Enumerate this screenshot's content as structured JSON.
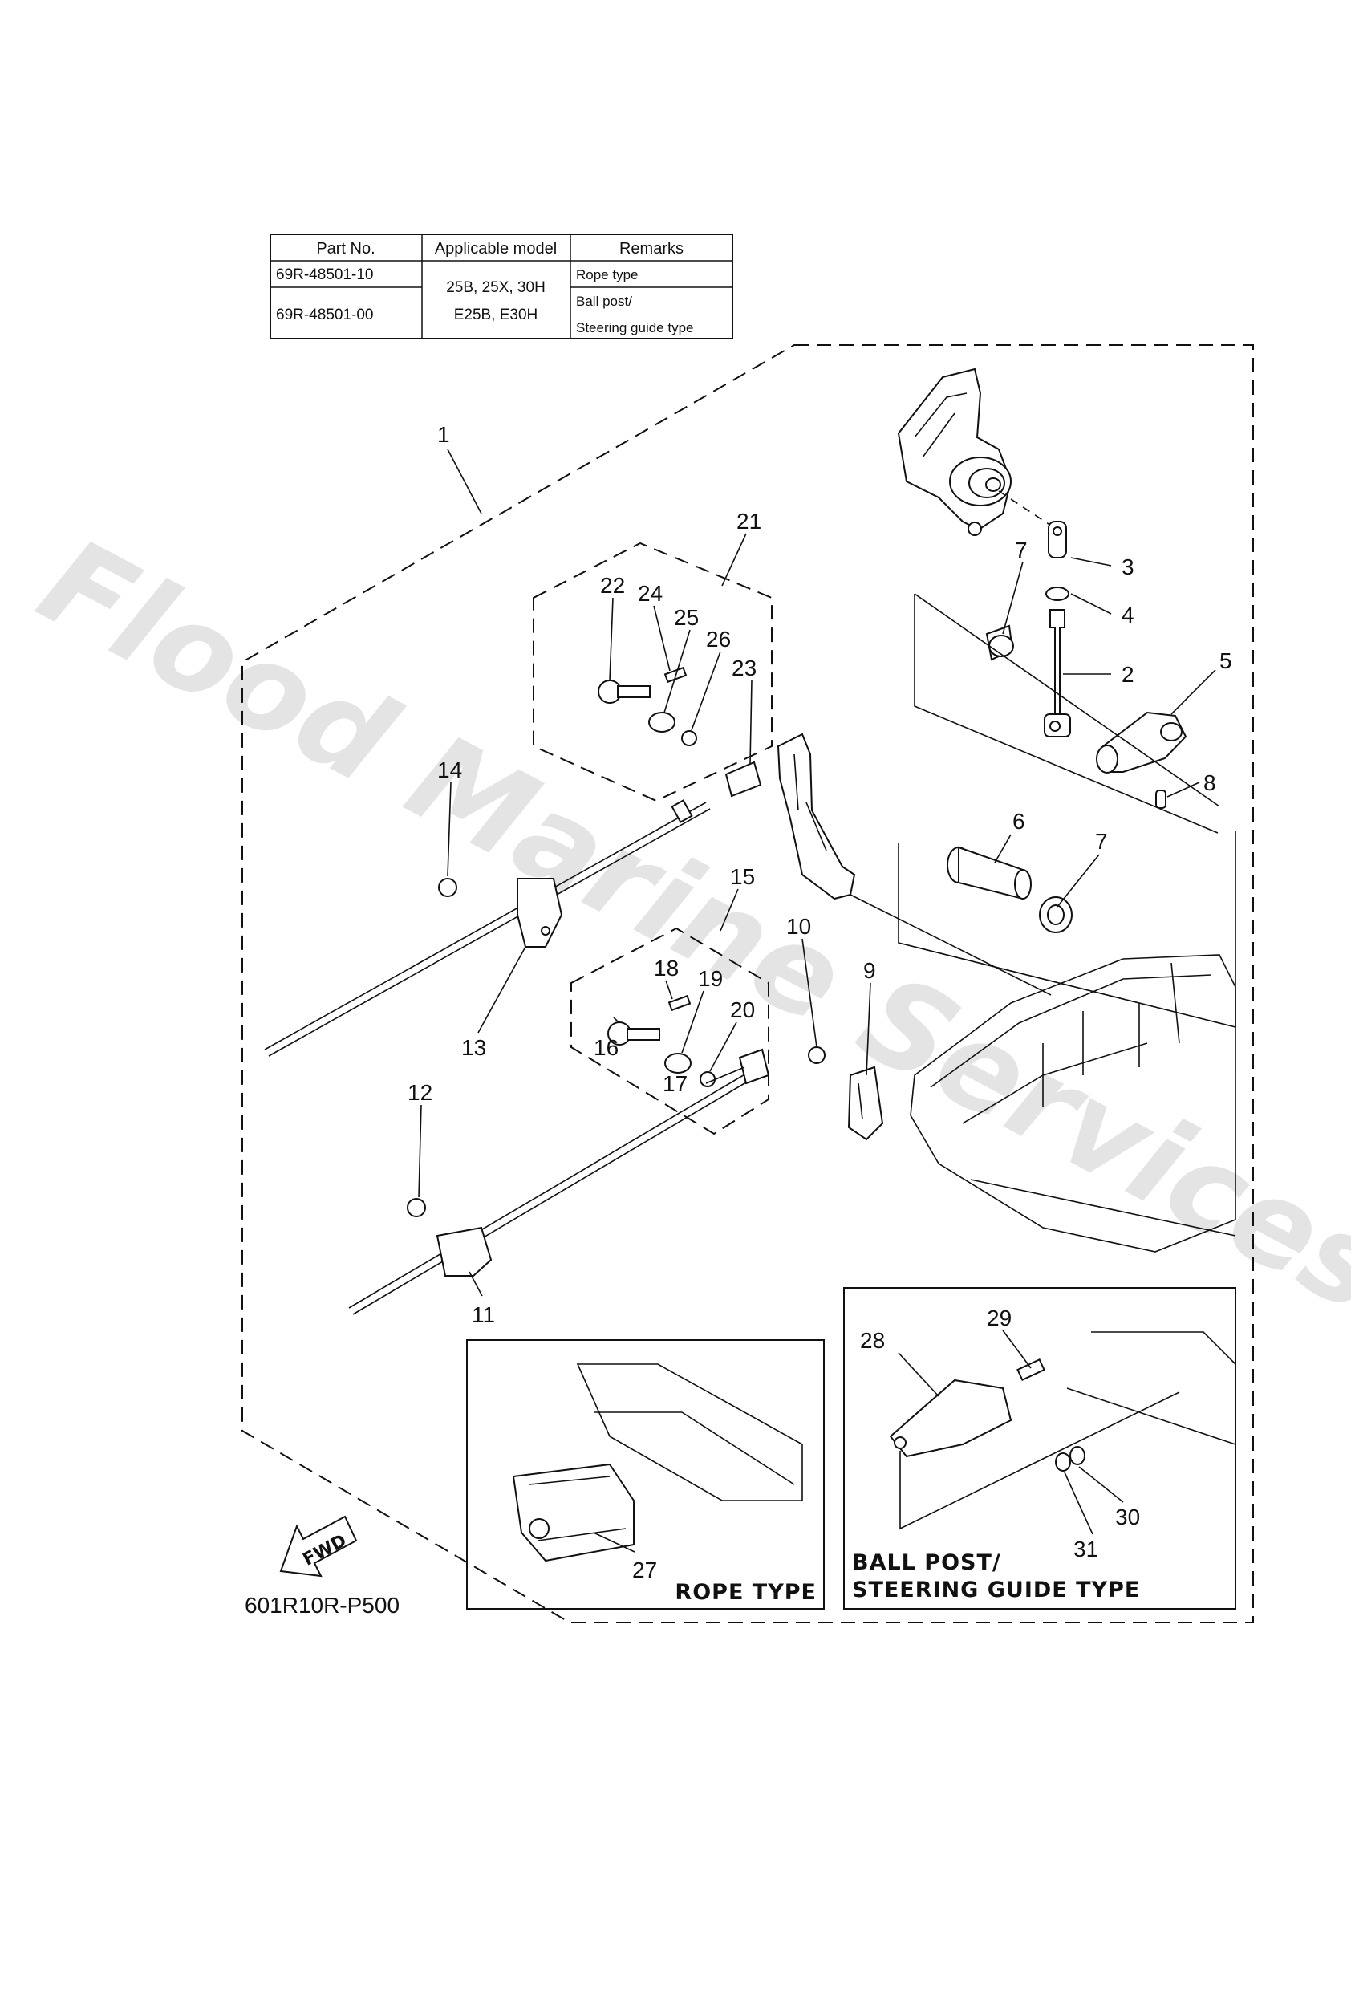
{
  "table": {
    "headers": [
      "Part No.",
      "Applicable model",
      "Remarks"
    ],
    "rows": [
      {
        "part_no": "69R-48501-10",
        "remarks": [
          "Rope type"
        ]
      },
      {
        "part_no": "69R-48501-00",
        "remarks": [
          "Ball post/",
          "Steering guide type"
        ]
      }
    ],
    "models": [
      "25B, 25X, 30H",
      "E25B, E30H"
    ]
  },
  "callouts": [
    "1",
    "2",
    "3",
    "4",
    "5",
    "6",
    "7",
    "7",
    "8",
    "9",
    "10",
    "11",
    "12",
    "13",
    "14",
    "15",
    "16",
    "17",
    "18",
    "19",
    "20",
    "21",
    "22",
    "23",
    "24",
    "25",
    "26",
    "27",
    "28",
    "29",
    "30",
    "31"
  ],
  "inset_rope": {
    "title": "ROPE TYPE"
  },
  "inset_ball": {
    "title_line1": "BALL POST/",
    "title_line2": "STEERING GUIDE TYPE"
  },
  "fwd_label": "FWD",
  "diagram_code": "601R10R-P500",
  "watermark": "Flood Marine Services",
  "colors": {
    "ink": "#111111",
    "watermark": "#c4c4c4",
    "background": "#ffffff"
  }
}
